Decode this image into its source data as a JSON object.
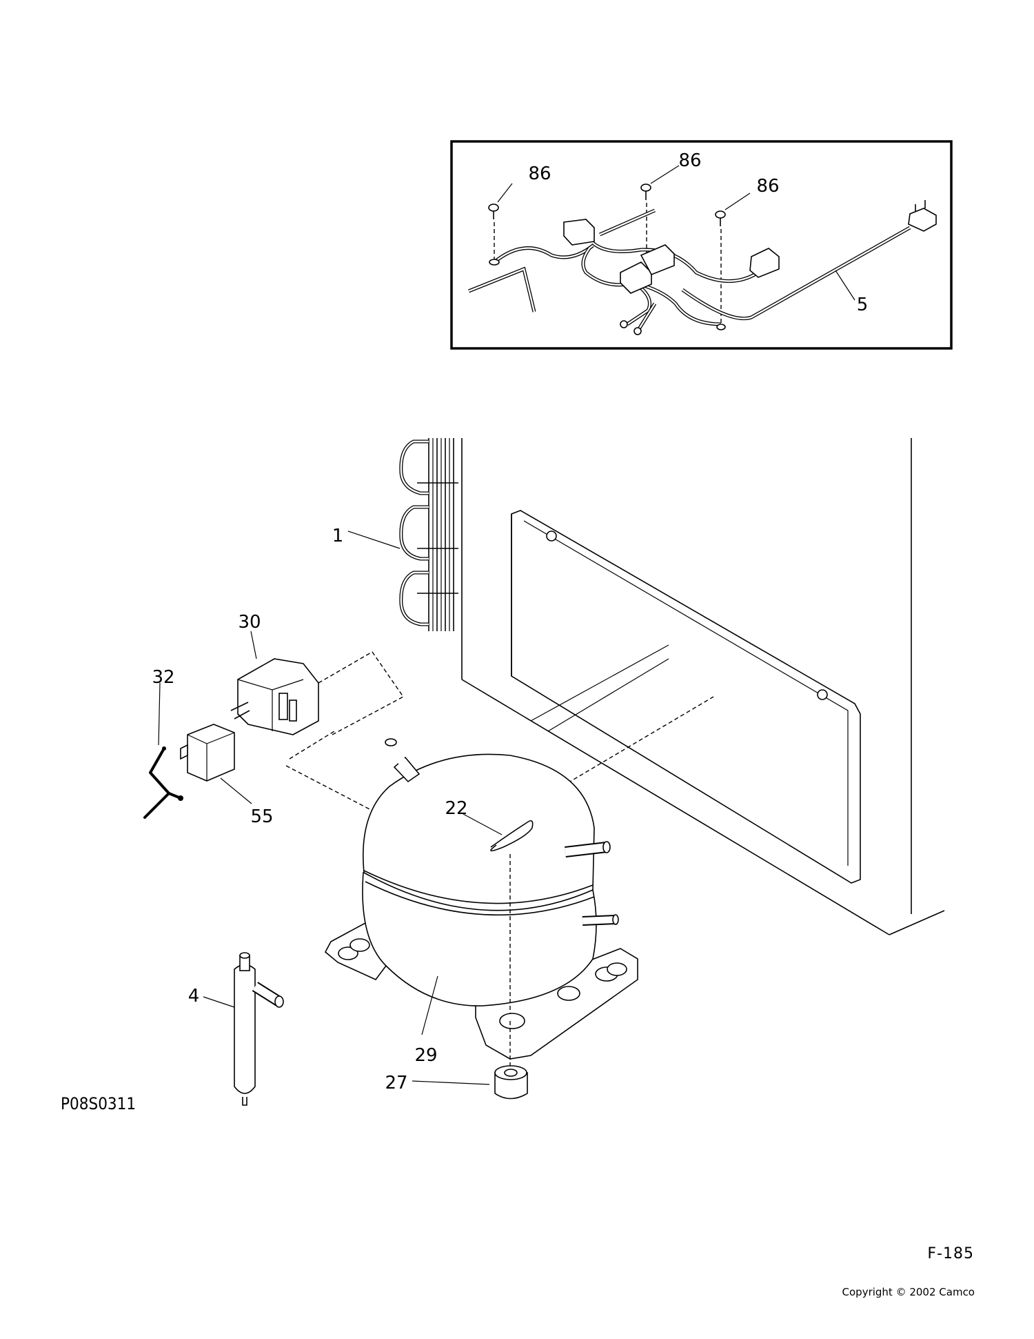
{
  "figure_code": "P08S0311",
  "page_number": "F-185",
  "copyright": "Copyright © 2002 Camco",
  "callouts": {
    "c86a": "86",
    "c86b": "86",
    "c86c": "86",
    "c5": "5",
    "c1": "1",
    "c30": "30",
    "c32": "32",
    "c55": "55",
    "c22": "22",
    "c4": "4",
    "c29": "29",
    "c27": "27"
  }
}
